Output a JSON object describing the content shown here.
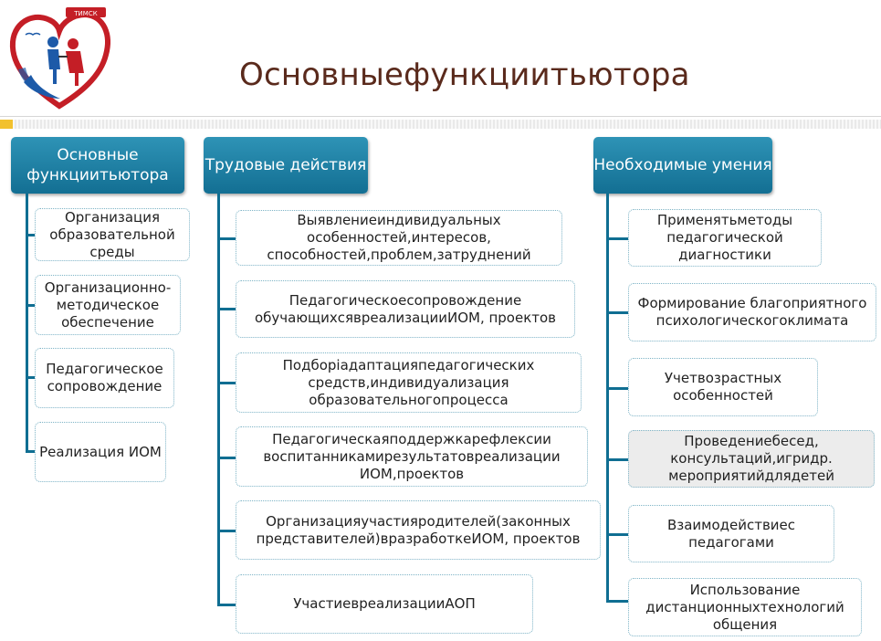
{
  "title": "Основныефункциитьютора",
  "columns": [
    {
      "header": "Основные функциитьютора",
      "items": [
        "Организация образовательной среды",
        "Организационно-методическое обеспечение",
        "Педагогическое сопровождение",
        "Реализация ИОМ"
      ]
    },
    {
      "header": "Трудовые действия",
      "items": [
        "Выявлениеиндивидуальных особенностей,интересов, способностей,проблем,затруднений",
        "Педагогическоесопровождение обучающихсявреализацииИОМ, проектов",
        "Подборіадаптацияпедагогических средств,индивидуализация образовательногопроцесса",
        "Педагогическаяподдержкарефлексии воспитанникамирезультатовреализации ИОМ,проектов",
        "Организацияучастияродителей(законных представителей)вразработкеИОМ, проектов",
        "УчастиевреализацииАОП"
      ]
    },
    {
      "header": "Необходимые умения",
      "items": [
        "Применятьметоды педагогической диагностики",
        "Формирование благоприятного психологическогоклимата",
        "Учетвозрастных особенностей",
        "Проведениебесед, консультаций,игридр. мероприятийдлядетей",
        "Взаимодействиес педагогами",
        "Использование дистанционныхтехнологий общения"
      ]
    }
  ],
  "logo_text": "ТИМСК",
  "colors": {
    "header_blue": "#136f93",
    "connector": "#0f6e92",
    "title": "#5a2a1c",
    "accent": "#f2c12e"
  }
}
